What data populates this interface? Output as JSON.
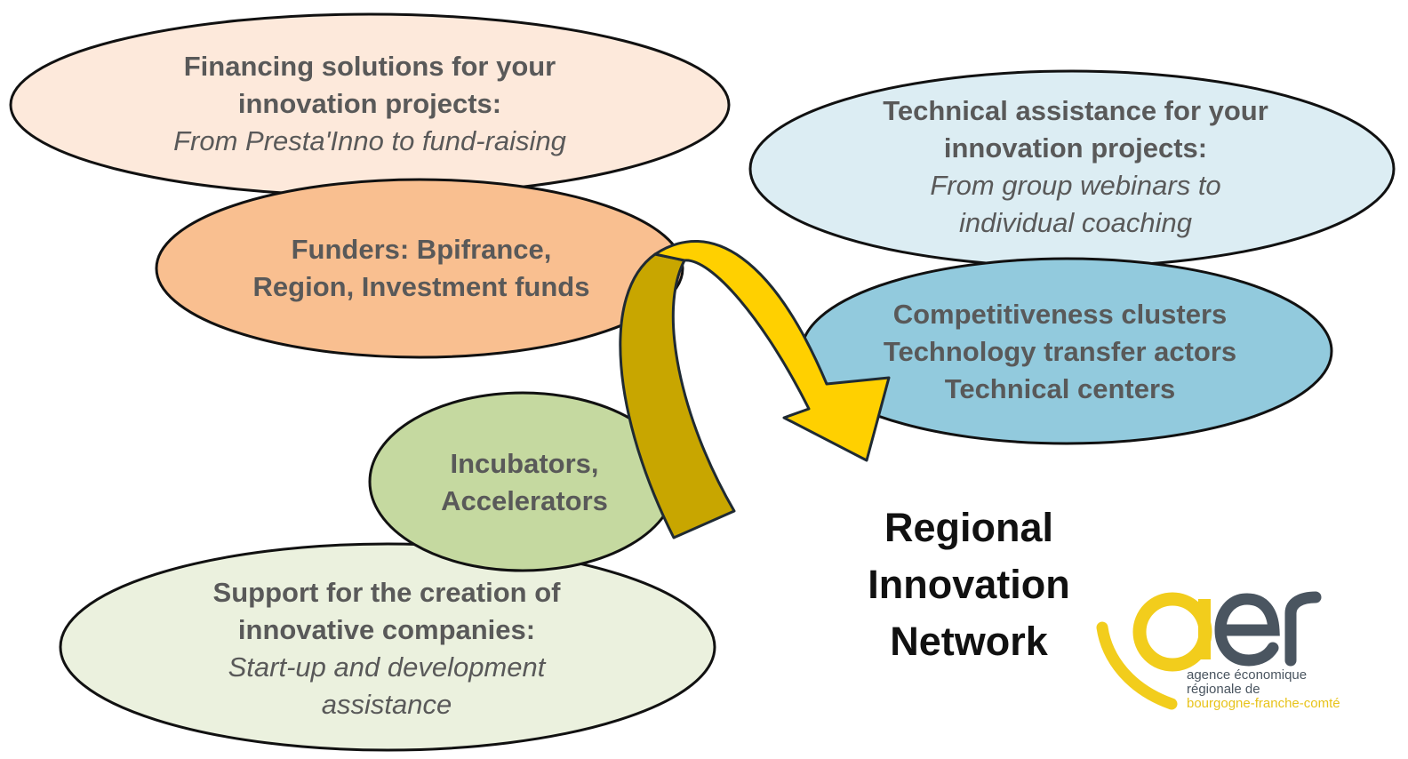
{
  "colors": {
    "financing": "#fde9db",
    "funders": "#f9bf90",
    "technical": "#dcedf3",
    "clusters": "#92cadd",
    "incubators": "#c5d9a0",
    "creation": "#ebf1de",
    "arrow_light": "#ffd000",
    "arrow_dark": "#c8a600",
    "outline": "#111111",
    "text": "#595959",
    "logo_yellow": "#f2cd1c",
    "logo_grey": "#4a5560"
  },
  "ellipses": {
    "financing": {
      "title": "Financing solutions for your innovation projects:",
      "subtitle": "From Presta'Inno to fund-raising"
    },
    "funders": {
      "title": "Funders: Bpifrance, Region, Investment funds"
    },
    "technical": {
      "title": "Technical assistance for your innovation projects:",
      "subtitle": "From group webinars to individual coaching"
    },
    "clusters": {
      "line1": "Competitiveness clusters",
      "line2": "Technology transfer actors",
      "line3": "Technical centers"
    },
    "incubators": {
      "title": "Incubators, Accelerators"
    },
    "creation": {
      "title": "Support for the creation of innovative companies:",
      "subtitle": "Start-up and development assistance"
    }
  },
  "network_title": {
    "line1": "Regional",
    "line2": "Innovation",
    "line3": "Network"
  },
  "logo": {
    "mark": "aer",
    "line1": "agence économique",
    "line2": "régionale de",
    "line3": "bourgogne-franche-comté"
  }
}
